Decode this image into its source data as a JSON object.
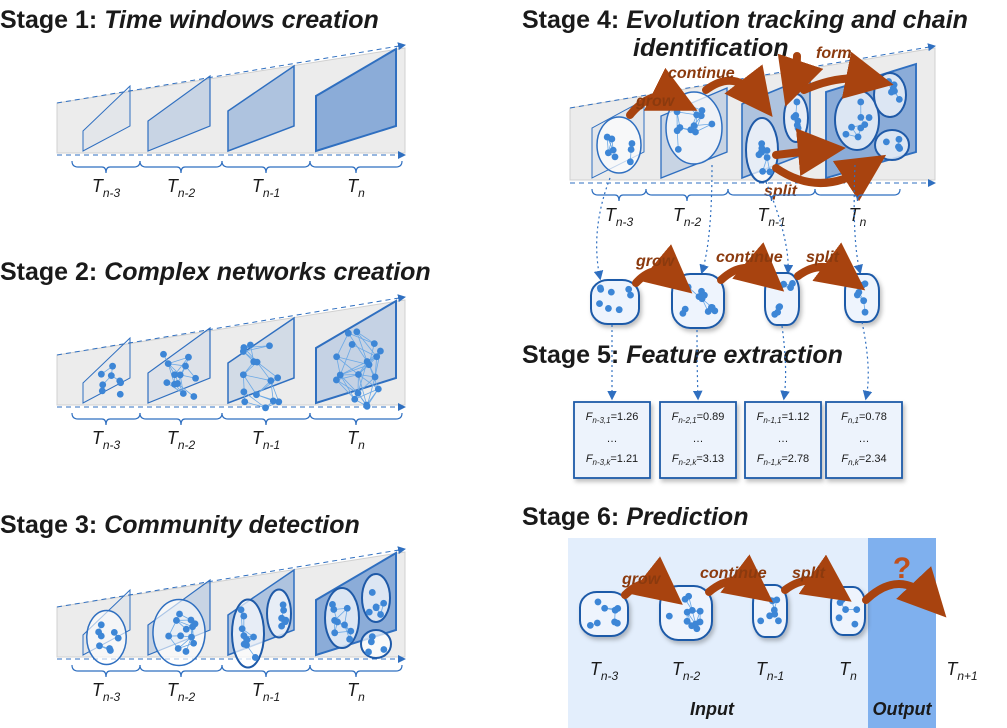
{
  "stages": [
    {
      "prefix": "Stage 1:",
      "name": "Time windows creation"
    },
    {
      "prefix": "Stage 2:",
      "name": "Complex networks creation"
    },
    {
      "prefix": "Stage 3:",
      "name": "Community detection"
    },
    {
      "prefix": "Stage 4:",
      "name": "Evolution tracking and chain",
      "name_line2": "identification"
    },
    {
      "prefix": "Stage 5:",
      "name": "Feature extraction"
    },
    {
      "prefix": "Stage 6:",
      "name": "Prediction"
    }
  ],
  "time_windows": [
    {
      "base": "T",
      "sub": "n-3"
    },
    {
      "base": "T",
      "sub": "n-2"
    },
    {
      "base": "T",
      "sub": "n-1"
    },
    {
      "base": "T",
      "sub": "n"
    }
  ],
  "next_window": {
    "base": "T",
    "sub": "n+1"
  },
  "events": {
    "grow": "grow",
    "continue": "continue",
    "split": "split",
    "form": "form"
  },
  "features": [
    {
      "top_sym": "F",
      "top_sub": "n-3,1",
      "top_val": "=1.26",
      "dots": "…",
      "bot_sym": "F",
      "bot_sub": "n-3,k",
      "bot_val": "=1.21"
    },
    {
      "top_sym": "F",
      "top_sub": "n-2,1",
      "top_val": "=0.89",
      "dots": "…",
      "bot_sym": "F",
      "bot_sub": "n-2,k",
      "bot_val": "=3.13"
    },
    {
      "top_sym": "F",
      "top_sub": "n-1,1",
      "top_val": "=1.12",
      "dots": "…",
      "bot_sym": "F",
      "bot_sub": "n-1,k",
      "bot_val": "=2.78"
    },
    {
      "top_sym": "F",
      "top_sub": "n,1",
      "top_val": "=0.78",
      "dots": "…",
      "bot_sym": "F",
      "bot_sub": "n,k",
      "bot_val": "=2.34"
    }
  ],
  "prediction": {
    "input_label": "Input",
    "output_label": "Output",
    "unknown": "?"
  },
  "colors": {
    "node": "#3d86d6",
    "edge": "#6aa8e6",
    "frame": "#2f6fc0",
    "panel": "#ececec",
    "event_arrow": "#a8430f",
    "input_bg": "#e3eefc",
    "output_bg": "#7fb0ee"
  }
}
